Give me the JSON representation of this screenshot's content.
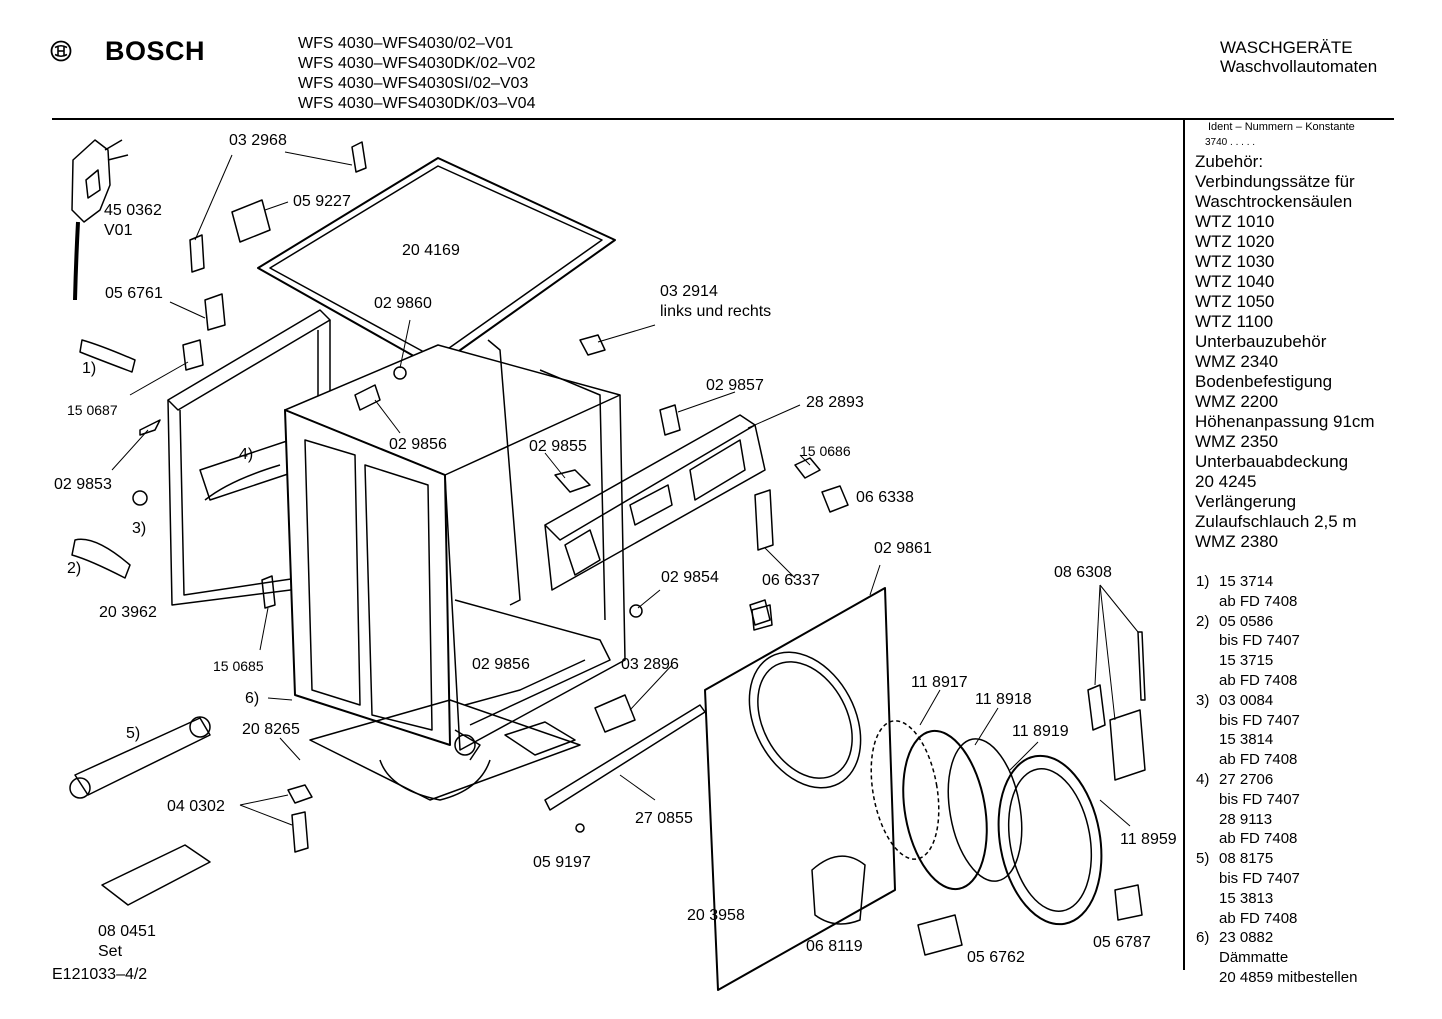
{
  "header": {
    "brand": "BOSCH",
    "models": [
      "WFS 4030–WFS4030/02–V01",
      "WFS 4030–WFS4030DK/02–V02",
      "WFS 4030–WFS4030SI/02–V03",
      "WFS 4030–WFS4030DK/03–V04"
    ],
    "category": "WASCHGERÄTE",
    "subcategory": "Waschvollautomaten"
  },
  "sidebar": {
    "ident_label": "Ident – Nummern – Konstante",
    "ident_const": "3740  .  .  .  .  .",
    "accessories": [
      "Zubehör:",
      "Verbindungssätze für",
      "Waschtrockensäulen",
      "WTZ 1010",
      "WTZ 1020",
      "WTZ 1030",
      "WTZ 1040",
      "WTZ 1050",
      "WTZ 1100",
      "Unterbauzubehör",
      "WMZ 2340",
      "Bodenbefestigung",
      "WMZ 2200",
      "Höhenanpassung  91cm",
      "WMZ 2350",
      "Unterbauabdeckung",
      "20 4245",
      "Verlängerung",
      "Zulaufschlauch 2,5 m",
      "WMZ 2380"
    ],
    "notes": [
      {
        "num": "1)",
        "text": "15 3714"
      },
      {
        "num": "",
        "text": "ab FD 7408"
      },
      {
        "num": "2)",
        "text": "05 0586"
      },
      {
        "num": "",
        "text": "bis FD 7407"
      },
      {
        "num": "",
        "text": "15 3715"
      },
      {
        "num": "",
        "text": "ab FD 7408"
      },
      {
        "num": "3)",
        "text": "03 0084"
      },
      {
        "num": "",
        "text": "bis FD 7407"
      },
      {
        "num": "",
        "text": "15 3814"
      },
      {
        "num": "",
        "text": "ab FD 7408"
      },
      {
        "num": "4)",
        "text": "27 2706"
      },
      {
        "num": "",
        "text": "bis FD 7407"
      },
      {
        "num": "",
        "text": "28 9113"
      },
      {
        "num": "",
        "text": "ab FD 7408"
      },
      {
        "num": "5)",
        "text": "08 8175"
      },
      {
        "num": "",
        "text": "bis FD 7407"
      },
      {
        "num": "",
        "text": "15 3813"
      },
      {
        "num": "",
        "text": "ab FD 7408"
      },
      {
        "num": "6)",
        "text": "23 0882"
      },
      {
        "num": "",
        "text": "Dämmatte"
      },
      {
        "num": "",
        "text": "20 4859 mitbestellen"
      }
    ]
  },
  "diagram": {
    "callouts": [
      "03 2968",
      "45 0362\nV01",
      "05 9227",
      "20 4169",
      "05 6761",
      "02 9860",
      "03 2914\nlinks und rechts",
      "1)",
      "15 0687",
      "02 9857",
      "28 2893",
      "02 9856",
      "02 9855",
      "15 0686",
      "4)",
      "02 9853",
      "3)",
      "06 6338",
      "2)",
      "06 6337",
      "02 9861",
      "20 3962",
      "02 9854",
      "08 6308",
      "15 0685",
      "02 9856",
      "03 2896",
      "6)",
      "11 8917",
      "11 8918",
      "20 8265",
      "11 8919",
      "5)",
      "04 0302",
      "27 0855",
      "11 8959",
      "05 9197",
      "20 3958",
      "08  0451\nSet",
      "06 8119",
      "05 6762",
      "05 6787"
    ]
  },
  "footer": {
    "doc_id": "E121033–4/2"
  }
}
